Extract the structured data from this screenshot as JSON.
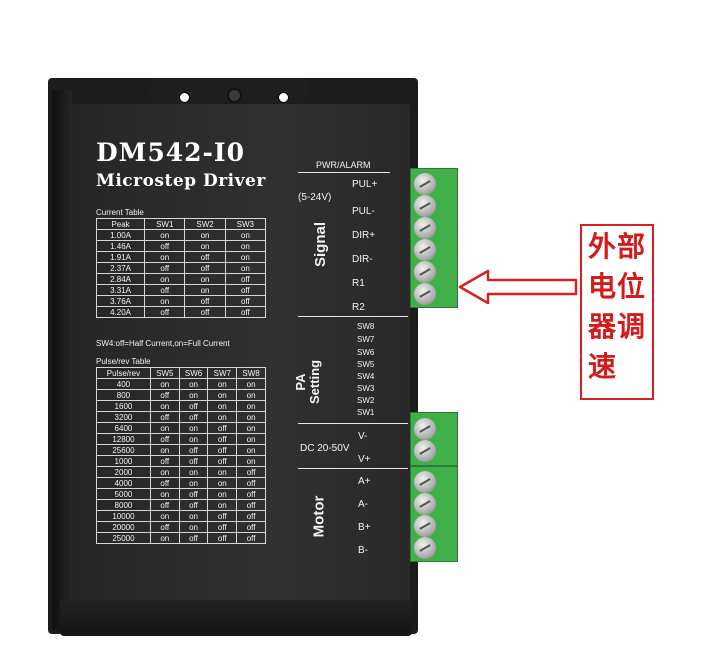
{
  "driver": {
    "model": "DM542-I0",
    "subtitle": "Microstep Driver"
  },
  "current_table": {
    "caption": "Current Table",
    "headers": [
      "Peak",
      "SW1",
      "SW2",
      "SW3"
    ],
    "rows": [
      [
        "1.00A",
        "on",
        "on",
        "on"
      ],
      [
        "1.46A",
        "off",
        "on",
        "on"
      ],
      [
        "1.91A",
        "on",
        "off",
        "on"
      ],
      [
        "2.37A",
        "off",
        "off",
        "on"
      ],
      [
        "2.84A",
        "on",
        "on",
        "off"
      ],
      [
        "3.31A",
        "off",
        "on",
        "off"
      ],
      [
        "3.76A",
        "on",
        "off",
        "off"
      ],
      [
        "4.20A",
        "off",
        "off",
        "off"
      ]
    ]
  },
  "sw4_note": "SW4:off=Half Current,on=Full Current",
  "pulse_table": {
    "caption": "Pulse/rev Table",
    "headers": [
      "Pulse/rev",
      "SW5",
      "SW6",
      "SW7",
      "SW8"
    ],
    "rows": [
      [
        "400",
        "on",
        "on",
        "on",
        "on"
      ],
      [
        "800",
        "off",
        "on",
        "on",
        "on"
      ],
      [
        "1600",
        "on",
        "off",
        "on",
        "on"
      ],
      [
        "3200",
        "off",
        "off",
        "on",
        "on"
      ],
      [
        "6400",
        "on",
        "on",
        "off",
        "on"
      ],
      [
        "12800",
        "off",
        "on",
        "off",
        "on"
      ],
      [
        "25600",
        "on",
        "off",
        "off",
        "on"
      ],
      [
        "1000",
        "off",
        "off",
        "off",
        "on"
      ],
      [
        "2000",
        "on",
        "on",
        "on",
        "off"
      ],
      [
        "4000",
        "off",
        "on",
        "on",
        "off"
      ],
      [
        "5000",
        "on",
        "off",
        "on",
        "off"
      ],
      [
        "8000",
        "off",
        "off",
        "on",
        "off"
      ],
      [
        "10000",
        "on",
        "on",
        "off",
        "off"
      ],
      [
        "20000",
        "off",
        "on",
        "off",
        "off"
      ],
      [
        "25000",
        "on",
        "off",
        "off",
        "off"
      ]
    ]
  },
  "panel": {
    "pwr_alarm": "PWR/ALARM",
    "signal_voltage": "(5-24V)",
    "signal_group": "Signal",
    "signal_pins": [
      "PUL+",
      "PUL-",
      "DIR+",
      "DIR-",
      "R1",
      "R2"
    ],
    "pa_group_line1": "PA",
    "pa_group_line2": "Setting",
    "switches": [
      "SW8",
      "SW7",
      "SW6",
      "SW5",
      "SW4",
      "SW3",
      "SW2",
      "SW1"
    ],
    "dc_range": "DC 20-50V",
    "power_pins": [
      "V-",
      "V+"
    ],
    "motor_group": "Motor",
    "motor_pins": [
      "A+",
      "A-",
      "B+",
      "B-"
    ]
  },
  "callout": {
    "lines": [
      "外部",
      "电位",
      "器调",
      "速"
    ],
    "color": "#d82020"
  },
  "colors": {
    "housing": "#2a2a2a",
    "terminal": "#42b04a"
  }
}
